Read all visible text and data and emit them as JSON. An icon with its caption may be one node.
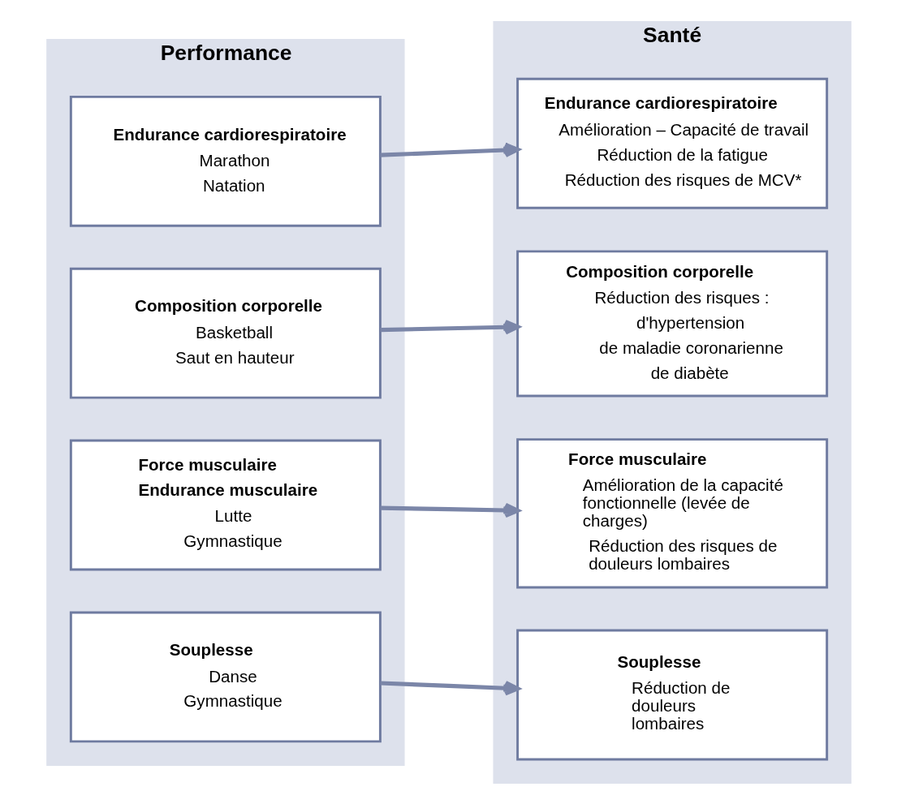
{
  "diagram": {
    "nodes": [
      {
        "text": [
          "Performance"
        ]
      },
      {
        "text": [
          "Endurance cardiorespiratoire",
          "Marathon",
          "Natation"
        ],
        "in": 0
      },
      {
        "text": [
          "Composition corporelle",
          "Basketball",
          "Saut en hauteur"
        ],
        "in": 0
      },
      {
        "text": [
          "Force musculaire",
          "Endurance musculaire",
          "Lutte",
          "Gymnastique"
        ],
        "in": 0
      },
      {
        "text": [
          "Souplesse",
          "Danse",
          "Gymnastique"
        ],
        "in": 0
      },
      {
        "text": [
          "Santé"
        ]
      },
      {
        "text": [
          "Endurance cardiorespiratoire",
          "Amélioration – Capacité de travail",
          "Réduction de la fatigue",
          "Réduction des risques de MCV*"
        ],
        "in": 5
      },
      {
        "text": [
          "Composition corporelle",
          "Réduction des risques :",
          "d'hypertension",
          "de maladie coronarienne",
          "de diabète"
        ],
        "in": 5
      },
      {
        "text": [
          "Force musculaire",
          "Amélioration de la capacité fonctionnelle (levée de charges)",
          "Réduction des risques de douleurs lombaires"
        ],
        "in": 5
      },
      {
        "text": [
          "Souplesse",
          "Réduction de douleurs lombaires"
        ],
        "in": 5
      }
    ],
    "edges": [
      {
        "from": 1,
        "to": 6,
        "arrow": "to"
      },
      {
        "from": 2,
        "to": 7,
        "arrow": "to"
      },
      {
        "from": 3,
        "to": 8,
        "arrow": "to"
      },
      {
        "from": 4,
        "to": 9,
        "arrow": "to"
      }
    ]
  }
}
